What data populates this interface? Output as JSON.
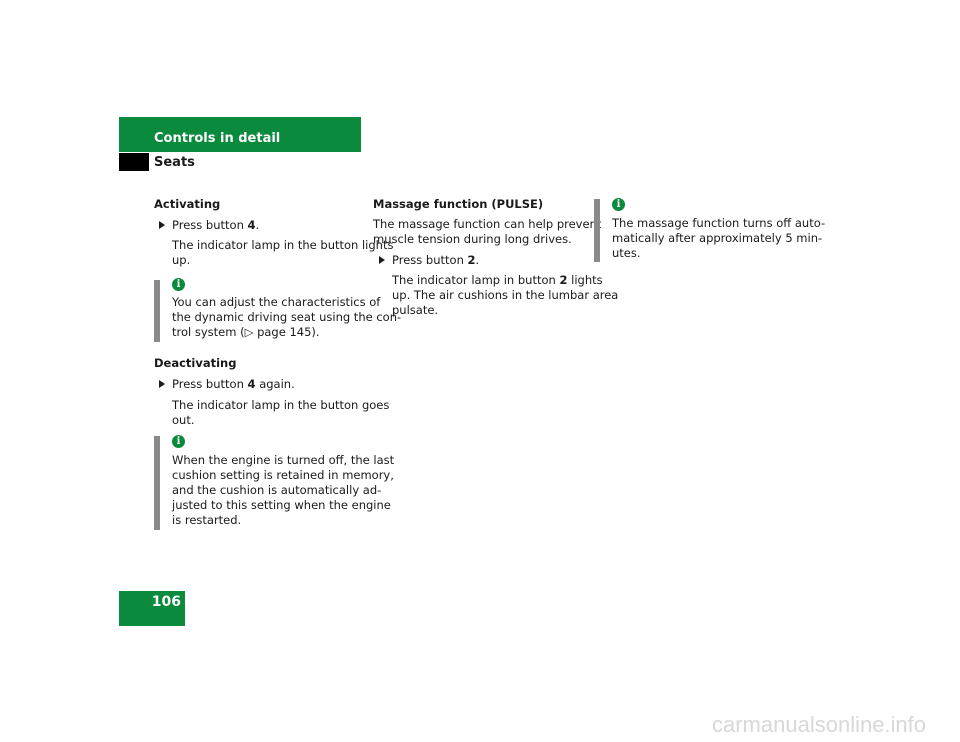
{
  "header": {
    "section": "Controls in detail",
    "subsection": "Seats"
  },
  "page_number": "106",
  "col1": {
    "activating_heading": "Activating",
    "act_step": "Press button",
    "act_btn": "4",
    "act_period": ".",
    "act_result_line1": "The indicator lamp in the button lights",
    "act_result_line2": "up.",
    "note1_lines": [
      "You can adjust the characteristics of",
      "the dynamic driving seat using the con-",
      "trol system (▷ page 145)."
    ],
    "deactivating_heading": "Deactivating",
    "deact_step": "Press button",
    "deact_btn": "4",
    "deact_again": "again.",
    "deact_result_line1": "The indicator lamp in the button goes",
    "deact_result_line2": "out.",
    "note2_lines": [
      "When the engine is turned off, the last",
      "cushion setting is retained in memory,",
      "and the cushion is automatically ad-",
      "justed to this setting when the engine",
      "is restarted."
    ]
  },
  "col2": {
    "heading": "Massage function (PULSE)",
    "intro_line1": "The massage function can help prevent",
    "intro_line2": "muscle tension during long drives.",
    "step": "Press button",
    "btn": "2",
    "period": ".",
    "result_line1_a": "The indicator lamp in button",
    "result_btn": "2",
    "result_line1_b": "lights",
    "result_line2": "up. The air cushions in the lumbar area",
    "result_line3": "pulsate."
  },
  "col3": {
    "note_lines": [
      "The massage function turns off auto-",
      "matically after approximately 5 min-",
      "utes."
    ]
  },
  "info_icon_glyph": "i",
  "watermark": "carmanualsonline.info",
  "colors": {
    "brand_green": "#0a8a3c",
    "note_bar": "#8a8a8a"
  }
}
